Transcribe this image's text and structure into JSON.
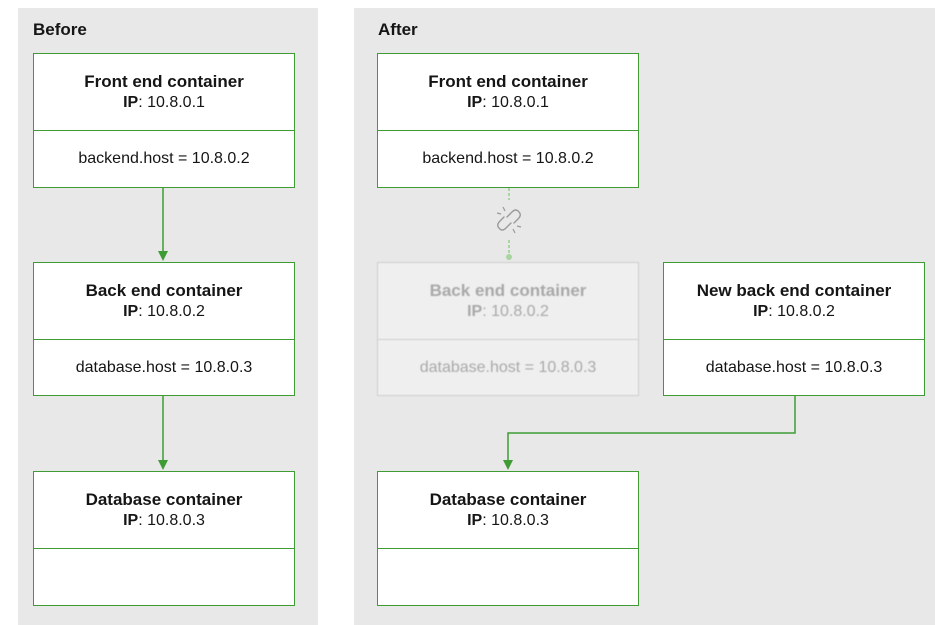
{
  "before": {
    "title": "Before",
    "frontend": {
      "name": "Front end container",
      "ip_label": "IP",
      "ip": ": 10.8.0.1",
      "config": "backend.host = 10.8.0.2"
    },
    "backend": {
      "name": "Back end container",
      "ip_label": "IP",
      "ip": ": 10.8.0.2",
      "config": "database.host = 10.8.0.3"
    },
    "database": {
      "name": "Database container",
      "ip_label": "IP",
      "ip": ": 10.8.0.3",
      "config": ""
    }
  },
  "after": {
    "title": "After",
    "frontend": {
      "name": "Front end container",
      "ip_label": "IP",
      "ip": ": 10.8.0.1",
      "config": "backend.host = 10.8.0.2"
    },
    "old_backend": {
      "name": "Back end container",
      "ip_label": "IP",
      "ip": ": 10.8.0.2",
      "config": "database.host = 10.8.0.3"
    },
    "new_backend": {
      "name": "New back end container",
      "ip_label": "IP",
      "ip": ": 10.8.0.2",
      "config": "database.host = 10.8.0.3"
    },
    "database": {
      "name": "Database container",
      "ip_label": "IP",
      "ip": ": 10.8.0.3",
      "config": ""
    }
  },
  "colors": {
    "link": "#3f9c35",
    "link_broken": "#a8d5a0",
    "panel_bg": "#e8e8e8"
  },
  "icons": {
    "broken_link": "broken-link-icon"
  }
}
